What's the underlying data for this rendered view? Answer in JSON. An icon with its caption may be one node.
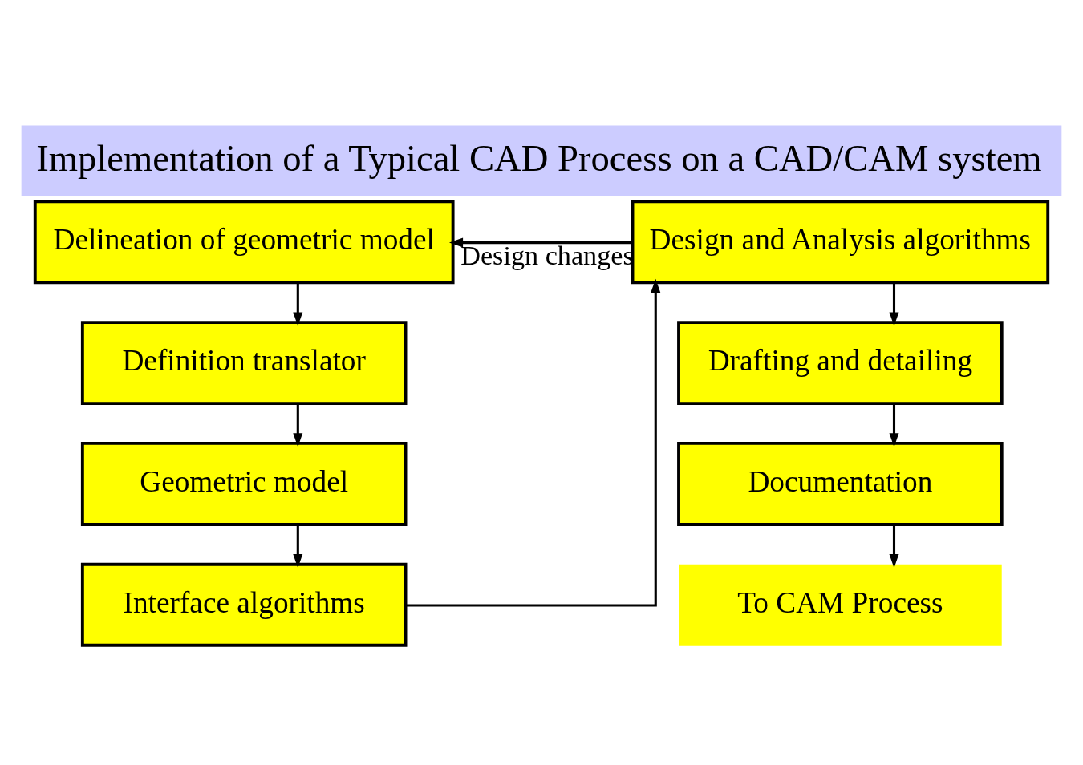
{
  "diagram": {
    "title": "Implementation of a Typical CAD Process on a CAD/CAM system",
    "nodes": [
      {
        "text": [
          "Delineation of geometric model"
        ]
      },
      {
        "text": [
          "Definition translator"
        ]
      },
      {
        "text": [
          "Geometric model"
        ]
      },
      {
        "text": [
          "Interface algorithms"
        ]
      },
      {
        "text": [
          "Design and Analysis algorithms"
        ]
      },
      {
        "text": [
          "Drafting and detailing"
        ]
      },
      {
        "text": [
          "Documentation"
        ]
      },
      {
        "text": [
          "To CAM Process"
        ]
      }
    ],
    "edges": [
      {
        "from": 0,
        "to": 1,
        "arrow": "to"
      },
      {
        "from": 1,
        "to": 2,
        "arrow": "to"
      },
      {
        "from": 2,
        "to": 3,
        "arrow": "to"
      },
      {
        "from": 3,
        "to": 4,
        "arrow": "to"
      },
      {
        "from": 4,
        "to": 0,
        "arrow": "to",
        "label": "Design changes"
      },
      {
        "from": 4,
        "to": 5,
        "arrow": "to"
      },
      {
        "from": 5,
        "to": 6,
        "arrow": "to"
      },
      {
        "from": 6,
        "to": 7,
        "arrow": "to"
      }
    ]
  }
}
